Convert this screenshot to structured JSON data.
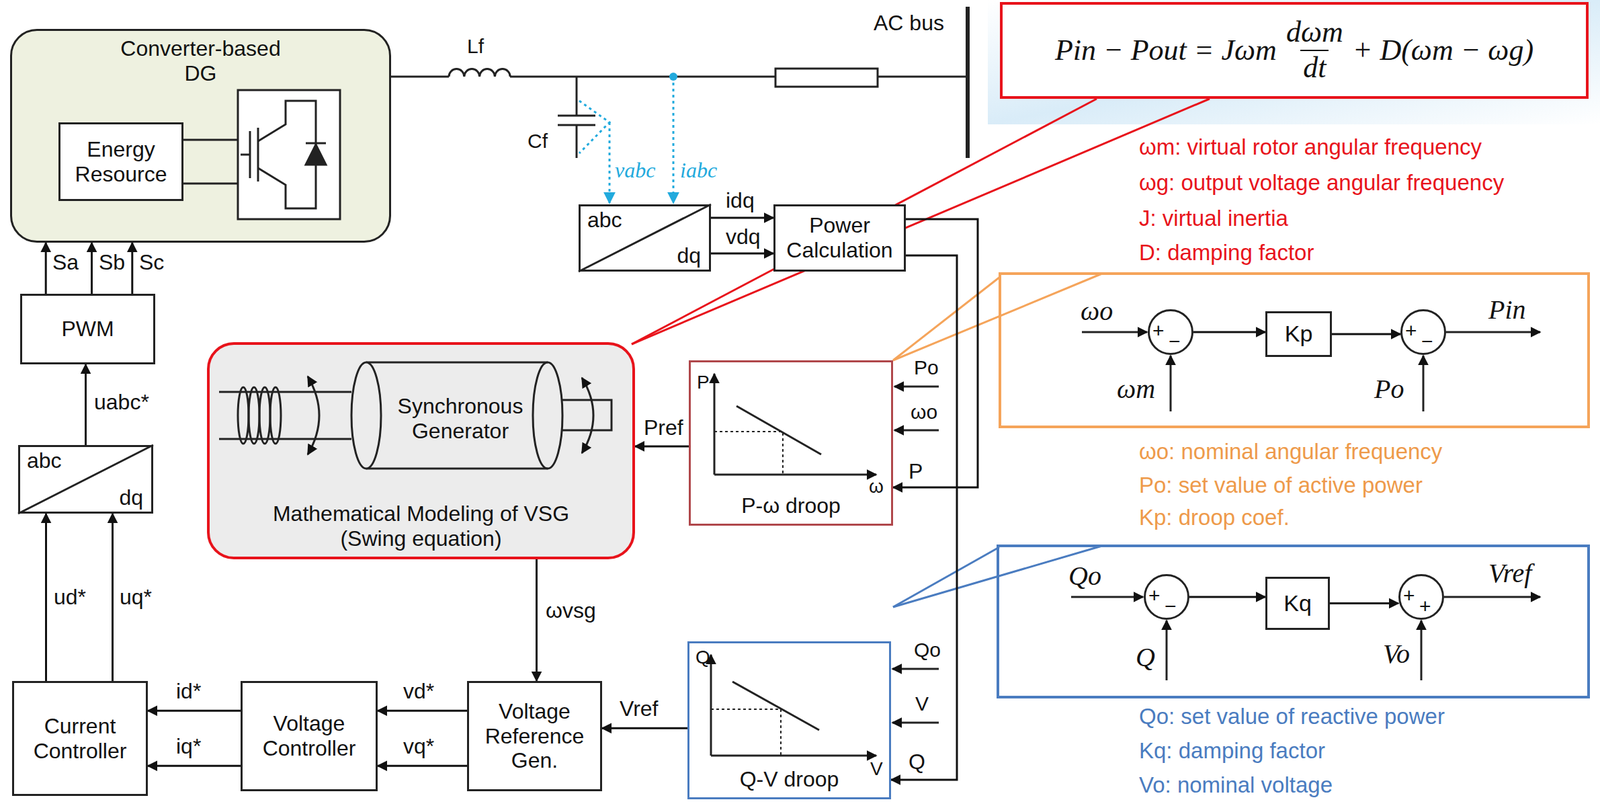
{
  "diagram": {
    "nodes": [
      {
        "text": [
          "Converter-based DG"
        ]
      },
      {
        "text": [
          "Energy Resource"
        ],
        "in": 0
      },
      {
        "text": [
          "PWM"
        ]
      },
      {
        "text": [
          "abc",
          "dq"
        ]
      },
      {
        "text": [
          "Current Controller"
        ]
      },
      {
        "text": [
          "Voltage Controller"
        ]
      },
      {
        "text": [
          "Voltage Reference Gen."
        ]
      },
      {
        "text": [
          "Q-V droop"
        ]
      },
      {
        "text": [
          "P-ω droop"
        ]
      },
      {
        "text": [
          "Mathematical Modeling of VSG (Swing equation)"
        ]
      },
      {
        "text": [
          "Synchronous Generator"
        ],
        "in": 9
      },
      {
        "text": [
          "abc",
          "dq"
        ]
      },
      {
        "text": [
          "Power Calculation"
        ]
      },
      {
        "text": [
          "Pin − Pout = Jωm",
          "dωm",
          "dt",
          "+ D(ωm − ωg)"
        ]
      },
      {
        "text": [
          "+",
          "−"
        ]
      },
      {
        "text": [
          "Kp"
        ]
      },
      {
        "text": [
          "+",
          "−"
        ]
      },
      {
        "text": [
          "+",
          "−"
        ]
      },
      {
        "text": [
          "Kq"
        ]
      },
      {
        "text": [
          "+",
          "+"
        ]
      }
    ],
    "edges": [
      {
        "from": 2,
        "to": 0,
        "arrow": "to",
        "label": "Sa"
      },
      {
        "from": 2,
        "to": 0,
        "arrow": "to",
        "label": "Sb"
      },
      {
        "from": 2,
        "to": 0,
        "arrow": "to",
        "label": "Sc"
      },
      {
        "from": 3,
        "to": 2,
        "arrow": "to",
        "label": "uabc*"
      },
      {
        "from": 4,
        "to": 3,
        "arrow": "to",
        "label": "ud*"
      },
      {
        "from": 4,
        "to": 3,
        "arrow": "to",
        "label": "uq*"
      },
      {
        "from": 5,
        "to": 4,
        "arrow": "to",
        "label": "id*"
      },
      {
        "from": 5,
        "to": 4,
        "arrow": "to",
        "label": "iq*"
      },
      {
        "from": 6,
        "to": 5,
        "arrow": "to",
        "label": "vd*"
      },
      {
        "from": 6,
        "to": 5,
        "arrow": "to",
        "label": "vq*"
      },
      {
        "from": 7,
        "to": 6,
        "arrow": "to",
        "label": "Vref"
      },
      {
        "from": 9,
        "to": 6,
        "arrow": "to",
        "label": "ωvsg"
      },
      {
        "from": 8,
        "to": 9,
        "arrow": "to",
        "label": "Pref"
      },
      {
        "from": 11,
        "to": 12,
        "arrow": "to",
        "label": "idq"
      },
      {
        "from": 11,
        "to": 12,
        "arrow": "to",
        "label": "vdq"
      },
      {
        "from": 12,
        "to": 8,
        "arrow": "to",
        "label": "P"
      },
      {
        "from": 12,
        "to": 7,
        "arrow": "to",
        "label": "Q"
      },
      {
        "from": 14,
        "to": 15,
        "arrow": "to"
      },
      {
        "from": 15,
        "to": 16,
        "arrow": "to"
      },
      {
        "from": 17,
        "to": 18,
        "arrow": "to"
      },
      {
        "from": 18,
        "to": 19,
        "arrow": "to"
      }
    ],
    "labels": [
      "Lf",
      "Cf",
      "vabc",
      "iabc",
      "AC bus",
      "Po",
      "ωo",
      "P",
      "ω",
      "Qo",
      "V",
      "Q",
      "V",
      "ωm: virtual rotor angular frequency",
      "ωg: output voltage angular frequency",
      "J: virtual inertia",
      "D: damping factor",
      "ωo",
      "ωm",
      "Po",
      "Pin",
      "ωo: nominal angular frequency",
      "Po: set value of active power",
      "Kp: droop coef.",
      "Qo",
      "Q",
      "Vo",
      "Vref",
      "Qo: set value of reactive power",
      "Kq: damping factor",
      "Vo: nominal voltage"
    ]
  }
}
